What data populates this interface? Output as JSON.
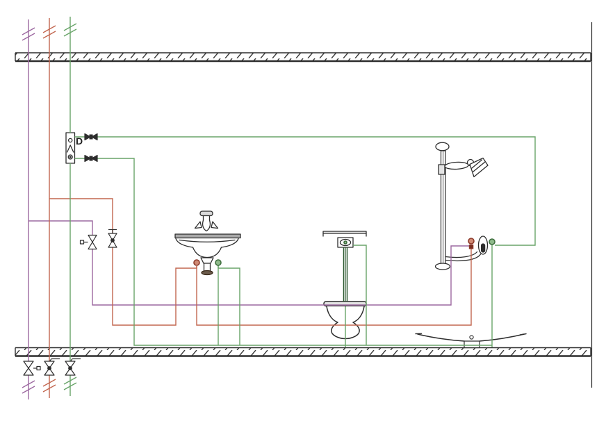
{
  "diagram": {
    "type": "plumbing-riser-diagram",
    "device_label": "D",
    "fixtures": [
      "supply-riser-purple",
      "supply-riser-red",
      "supply-riser-green",
      "water-heater-device",
      "washbasin",
      "toilet-with-cistern-valve",
      "shower-column",
      "bathtub",
      "shutoff-valves"
    ],
    "colors": {
      "purple_pipe": "#9c68a0",
      "red_pipe": "#c2664f",
      "green_pipe": "#68a468",
      "flush_pipe": "#2f5c33",
      "outline": "#2d2d2d",
      "hot_connection_fill": "#d08a74",
      "hot_connection_ring": "#8e3b2c",
      "cold_connection_fill": "#8fba8b",
      "cold_connection_ring": "#3e6e3e",
      "slab_hatch": "#3a3a3a",
      "rim_fill": "#a9a9a9",
      "fixture_fill_light": "#e4e4e4",
      "background": "#ffffff"
    }
  }
}
